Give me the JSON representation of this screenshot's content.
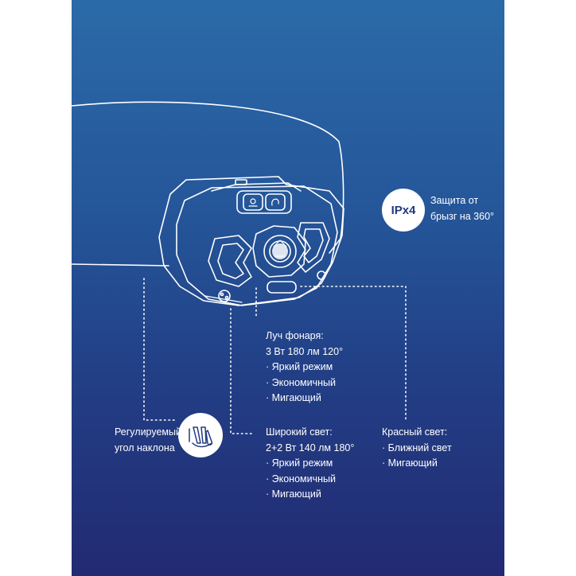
{
  "colors": {
    "panel_top": "#2b6aa8",
    "panel_bottom": "#222a72",
    "line": "#ffffff",
    "badge_text": "#223a82"
  },
  "icons": {
    "ip_badge": "ipx4-badge-icon",
    "tilt": "tilt-angle-icon",
    "headlamp": "headlamp-illustration"
  },
  "ip_rating": {
    "badge": "IPx4",
    "description_line1": "Защита от",
    "description_line2": "брызг на 360°"
  },
  "beam": {
    "title": "Луч фонаря:",
    "spec": "3 Вт 180 лм 120°",
    "modes": [
      "· Яркий режим",
      "· Экономичный",
      "· Мигающий"
    ]
  },
  "wide_light": {
    "title": "Широкий свет:",
    "spec": "2+2 Вт 140 лм 180°",
    "modes": [
      "· Яркий режим",
      "· Экономичный",
      "· Мигающий"
    ]
  },
  "red_light": {
    "title": "Красный свет:",
    "modes": [
      "· Ближний свет",
      "· Мигающий"
    ]
  },
  "tilt": {
    "line1": "Регулируемый",
    "line2": "угол наклона"
  }
}
